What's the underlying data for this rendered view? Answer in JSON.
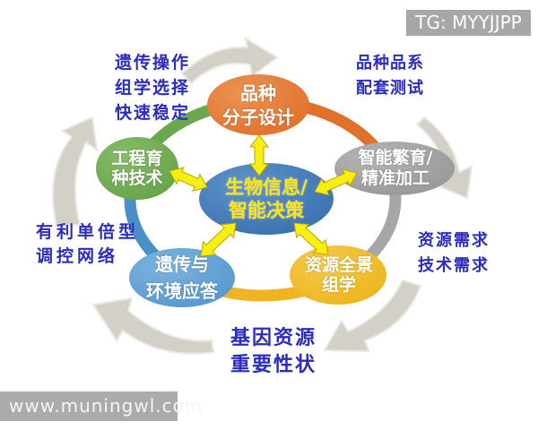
{
  "badge": {
    "text": "TG: MYYJJPP"
  },
  "watermark": {
    "text": "www.muningwl.com"
  },
  "center_node": {
    "line1": "生物信息/",
    "line2": "智能决策"
  },
  "nodes": {
    "variety": {
      "line1": "品种",
      "line2": "分子设计"
    },
    "breeding": {
      "line1": "智能繁育/",
      "line2": "精准加工"
    },
    "omics": {
      "line1": "资源全景",
      "line2": "组学"
    },
    "environment": {
      "line1": "遗传与",
      "line2": "环境应答"
    },
    "engineering": {
      "line1": "工程育",
      "line2": "种技术"
    }
  },
  "annotations": {
    "top_left": {
      "line1": "遗传操作",
      "line2": "组学选择",
      "line3": "快速稳定"
    },
    "top_right": {
      "line1": "品种品系",
      "line2": "配套测试"
    },
    "right": {
      "line1": "资源需求",
      "line2": "技术需求"
    },
    "bottom": {
      "line1": "基因资源",
      "line2": "重要性状"
    },
    "left": {
      "line1": "有利单倍型",
      "line2": "调控网络"
    }
  },
  "colors": {
    "center_node": "#3a71ae",
    "variety_node": "#e0712b",
    "breeding_node": "#999999",
    "omics_node": "#edb51c",
    "environment_node": "#5697cf",
    "engineering_node": "#67a54b",
    "link_arrow": "#f8ee12",
    "cycle_arrow": "#d3d0c8",
    "annotation_text": "#2b2bbe",
    "center_text": "#ffe414",
    "badge_bg": "#a7a7a7"
  }
}
